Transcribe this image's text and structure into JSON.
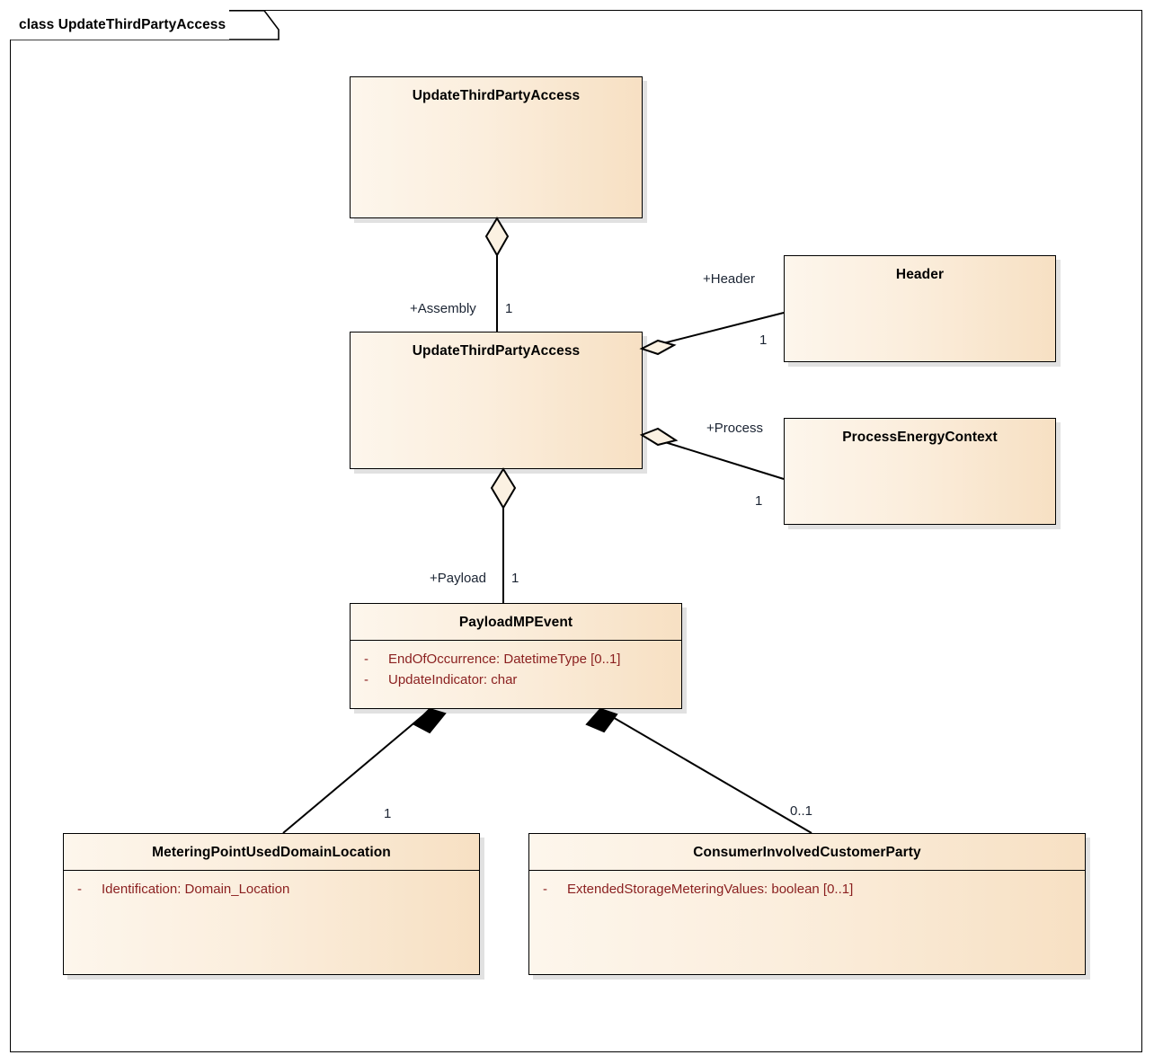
{
  "frame": {
    "label": "class UpdateThirdPartyAccess"
  },
  "classes": [
    {
      "id": "root-assembly",
      "name": "UpdateThirdPartyAccess",
      "attributes": []
    },
    {
      "id": "message",
      "name": "UpdateThirdPartyAccess",
      "attributes": []
    },
    {
      "id": "header",
      "name": "Header",
      "attributes": []
    },
    {
      "id": "process-energy-context",
      "name": "ProcessEnergyContext",
      "attributes": []
    },
    {
      "id": "payload-mp-event",
      "name": "PayloadMPEvent",
      "attributes": [
        {
          "visibility": "-",
          "text": "EndOfOccurrence: DatetimeType [0..1]"
        },
        {
          "visibility": "-",
          "text": "UpdateIndicator: char"
        }
      ]
    },
    {
      "id": "metering-point-used-domain-location",
      "name": "MeteringPointUsedDomainLocation",
      "attributes": [
        {
          "visibility": "-",
          "text": "Identification: Domain_Location"
        }
      ]
    },
    {
      "id": "consumer-involved-customer-party",
      "name": "ConsumerInvolvedCustomerParty",
      "attributes": [
        {
          "visibility": "-",
          "text": "ExtendedStorageMeteringValues: boolean [0..1]"
        }
      ]
    }
  ],
  "connectors": [
    {
      "id": "assembly",
      "type": "aggregation",
      "role": "+Assembly",
      "multiplicity": "1",
      "from": "root-assembly",
      "to": "message"
    },
    {
      "id": "header-link",
      "type": "aggregation",
      "role": "+Header",
      "multiplicity": "1",
      "from": "message",
      "to": "header"
    },
    {
      "id": "process-link",
      "type": "aggregation",
      "role": "+Process",
      "multiplicity": "1",
      "from": "message",
      "to": "process-energy-context"
    },
    {
      "id": "payload-link",
      "type": "aggregation",
      "role": "+Payload",
      "multiplicity": "1",
      "from": "message",
      "to": "payload-mp-event"
    },
    {
      "id": "metering-point-link",
      "type": "composition",
      "role": "",
      "multiplicity": "1",
      "from": "payload-mp-event",
      "to": "metering-point-used-domain-location"
    },
    {
      "id": "consumer-link",
      "type": "composition",
      "role": "",
      "multiplicity": "0..1",
      "from": "payload-mp-event",
      "to": "consumer-involved-customer-party"
    }
  ],
  "colors": {
    "box_fill_light": "#fdf6ec",
    "box_fill_dark": "#f7e0c3",
    "border": "#000000",
    "attribute_text": "#8a1f1f",
    "label_text": "#1b2433",
    "shadow": "#c8c8c8"
  }
}
